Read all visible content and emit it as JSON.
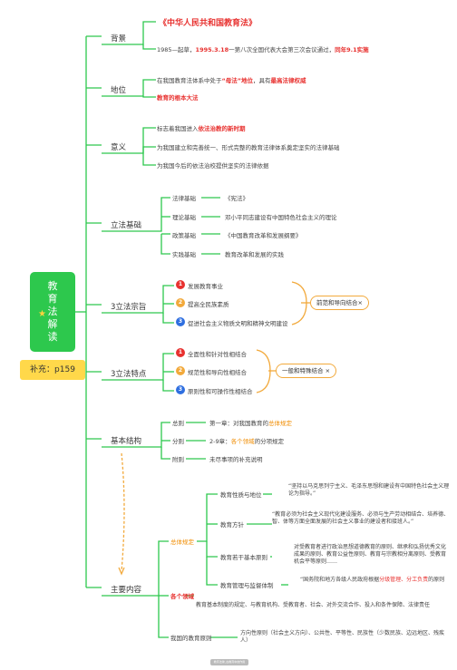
{
  "root": {
    "title_chars": [
      "教",
      "育",
      "法",
      "解",
      "读"
    ],
    "star_icon": "star-icon",
    "supplement": "补充：p159"
  },
  "branches": {
    "bg": "背景",
    "dw": "地位",
    "yy": "意义",
    "lfjc": "立法基础",
    "zz": "3立法宗旨",
    "td": "3立法特点",
    "jbjg": "基本结构",
    "zynr": "主要内容"
  },
  "bg": {
    "title": "《中华人民共和国教育法》",
    "l1a": "1985—起草，",
    "l1b": "1995.3.18",
    "l1c": "一第八次全国代表大会第三次会议通过，",
    "l1d": "同年9.1实施"
  },
  "dw": {
    "l1a": "在我国教育法体系中处于",
    "l1b": "“母法”地位",
    "l1c": "，具有",
    "l1d": "最高法律权威",
    "l2": "教育的根本大法"
  },
  "yy": {
    "l1a": "标志着我国进入",
    "l1b": "依法治教的新时期",
    "l2": "为我国建立和完善统一、形式完整的教育法律体系奠定坚实的法律基础",
    "l3": "为我国今后的依法治校提供坚实的法律依据"
  },
  "lfjc": [
    {
      "k": "法律基础",
      "v": "《宪法》"
    },
    {
      "k": "理论基础",
      "v": "邓小平同志建设有中国特色社会主义的理论"
    },
    {
      "k": "政策基础",
      "v": "《中国教育改革和发展纲要》"
    },
    {
      "k": "实践基础",
      "v": "教育改革和发展的实践"
    }
  ],
  "zz": {
    "items": [
      "发展教育事业",
      "提高全民族素质",
      "促进社会主义物质文明和精神文明建设"
    ],
    "nums": [
      "1",
      "2",
      "3"
    ],
    "pill": "前范和导向结合×"
  },
  "td": {
    "items": [
      "全面性和针对性相结合",
      "规范性和导向性相结合",
      "原则性和可操作性相结合"
    ],
    "nums": [
      "1",
      "2",
      "3"
    ],
    "pill": "一般和特殊结合 ×"
  },
  "jbjg": [
    {
      "k": "总则",
      "va": "第一章：对我国教育的",
      "vb": "总体规定"
    },
    {
      "k": "分则",
      "va": "2-9章：",
      "vb": "各个领域",
      "vc": "的分项规定"
    },
    {
      "k": "附则",
      "va": "未尽事项的补充说明",
      "vb": ""
    }
  ],
  "zynr": {
    "g1": "总体规定",
    "g1items": [
      {
        "k": "教育性质与地位",
        "v": "“坚持以马克思列宁主义、毛泽东思想和建设有中国特色社会主义理论为指导。”"
      },
      {
        "k": "教育方针",
        "v": "“教育必须为社会主义现代化建设服务、必须与生产劳动相结合、培养德、智、体等方面全面发展的社会主义事业的建设者和接班人。”"
      },
      {
        "k": "教育若干基本原则",
        "v": "对受教育者进行政治思想道德教育的原则、继承和弘扬优秀文化成果的原则、教育公益性原则、教育与宗教相分离原则、受教育机会平等原则……"
      },
      {
        "k": "教育管理与监督体制",
        "va": "“国务院和地方各级人民政府根据",
        "vb": "分级管理、分工负责",
        "vc": "的原则"
      }
    ],
    "g2": "各个领域",
    "g2text": "教育基本制度的规定、与教育机构、受教育者、社会、对外交流合作、投入和条件保障、法律责任",
    "g3": "我国的教育原则",
    "g3text": "方向性原则（社会主义方向）、公共性、平等性、民族性（少数民族、边远地区、残疾人）"
  },
  "footer": "教育法律_在教育中的作用",
  "colors": {
    "green": "#2dc84d",
    "red": "#e8312f",
    "orange": "#f2a93b",
    "yellow": "#ffd84a"
  }
}
